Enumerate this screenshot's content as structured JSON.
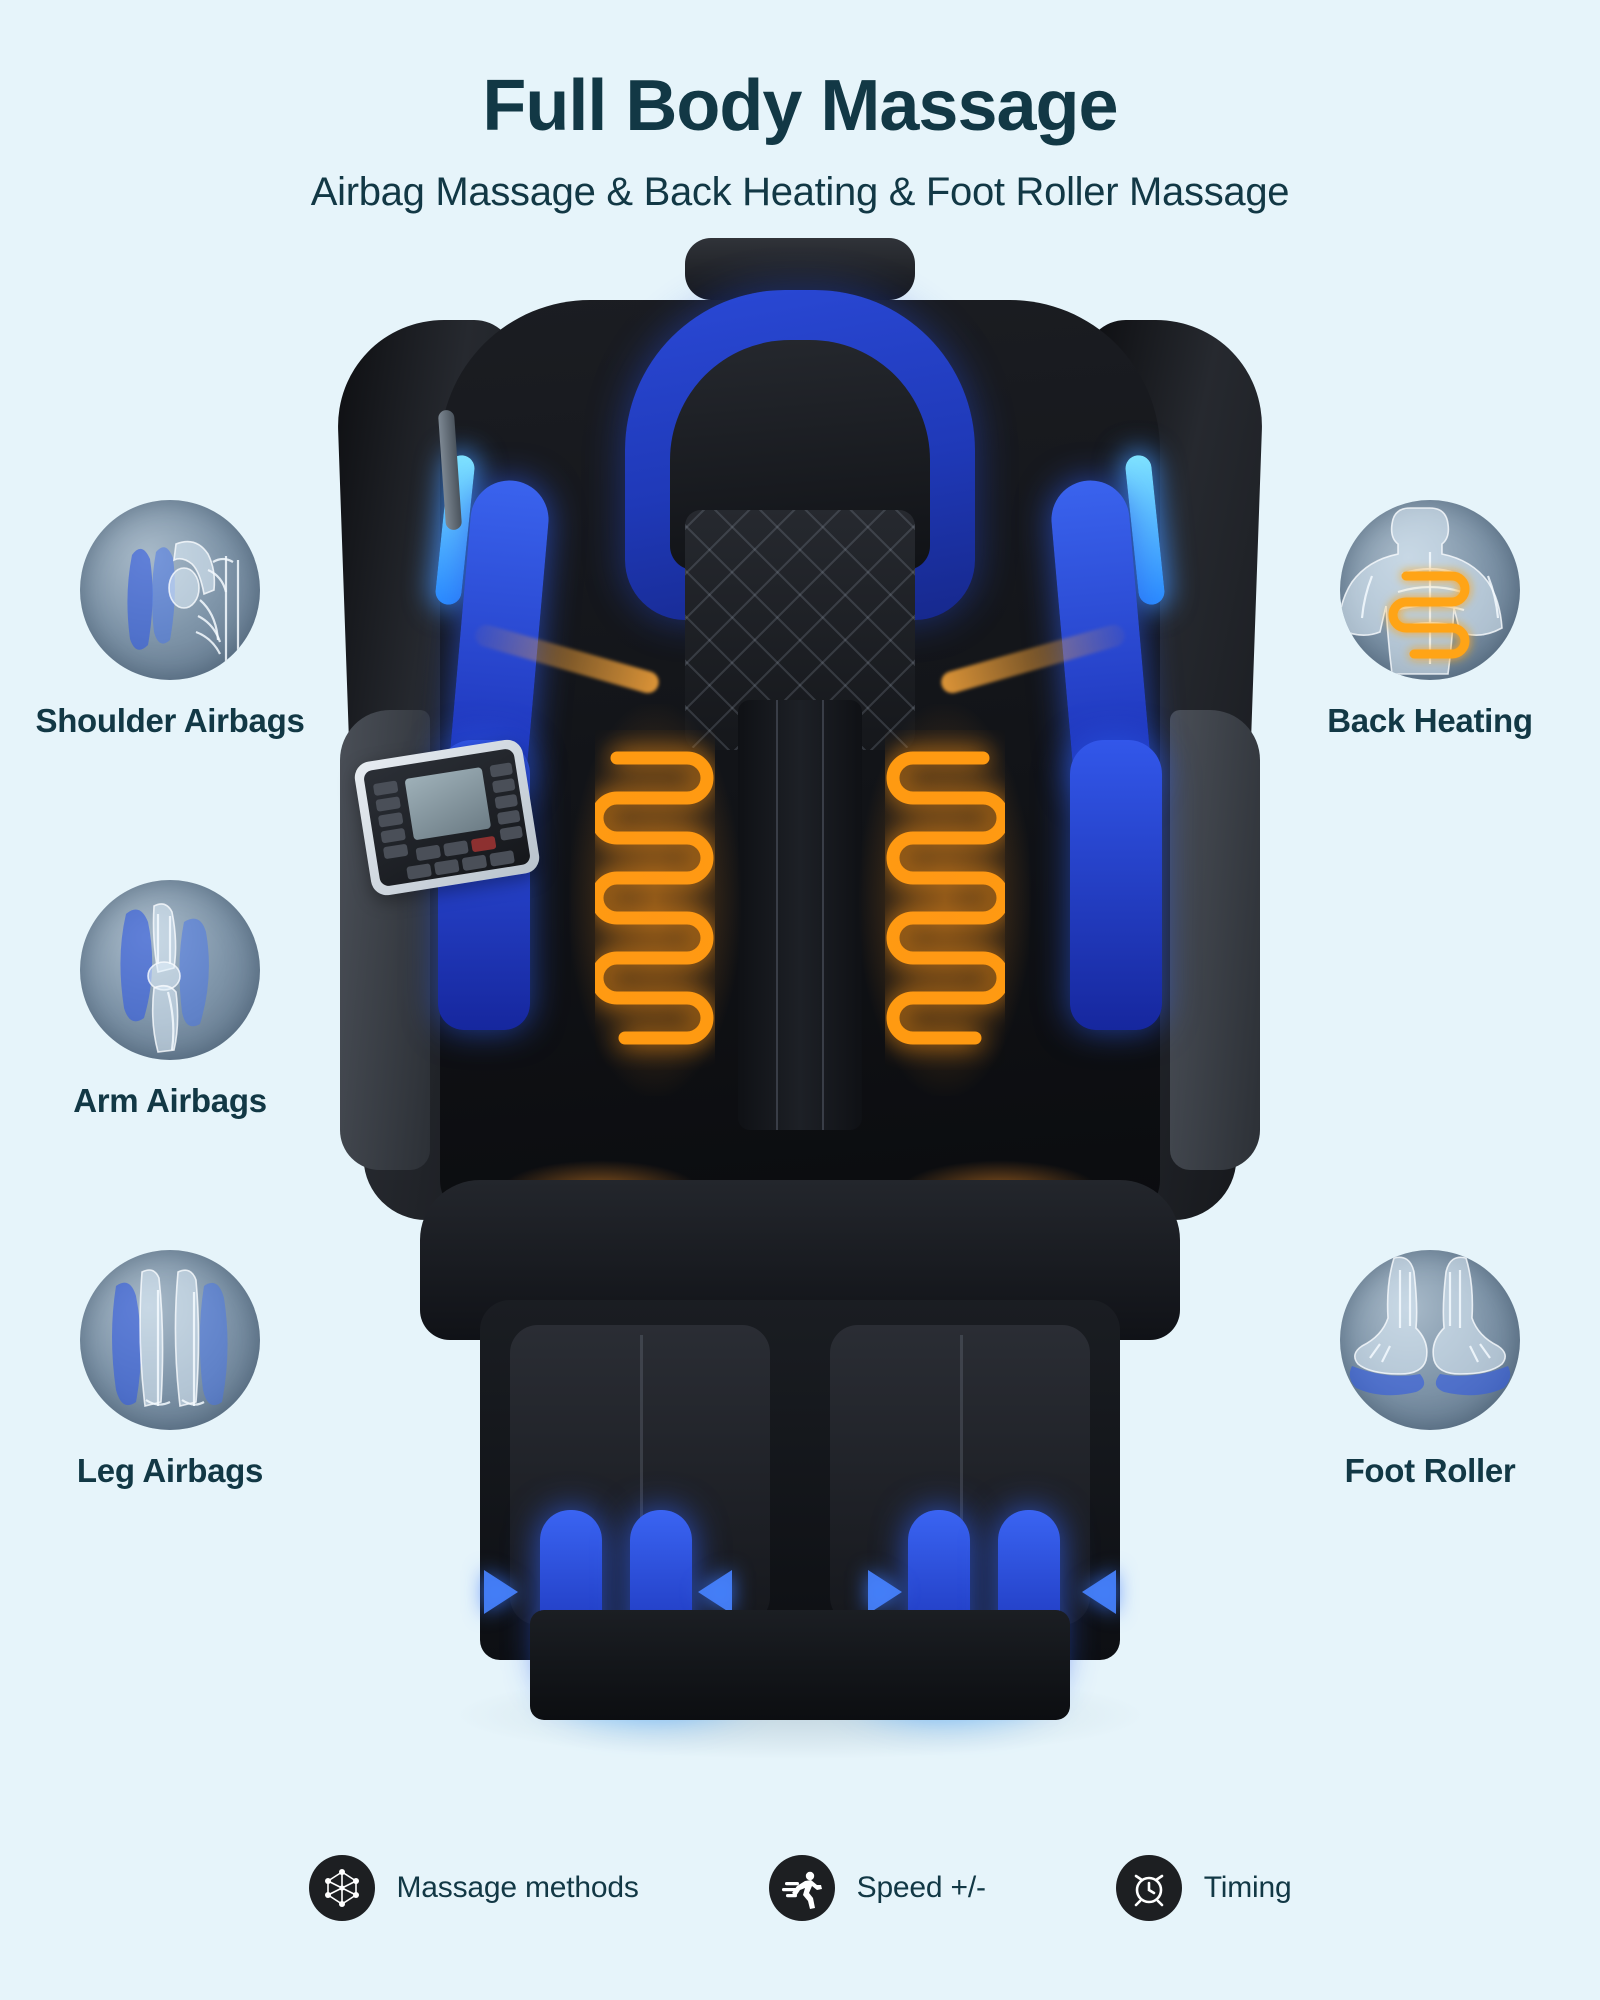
{
  "header": {
    "title": "Full Body Massage",
    "subtitle": "Airbag Massage & Back Heating & Foot Roller Massage"
  },
  "colors": {
    "background": "#e6f4fa",
    "text_dark": "#123845",
    "airbag_blue": "#2a49d6",
    "heating_orange": "#ff9a10",
    "icon_circle": "#1d1f22",
    "badge_grey": "#7f95a9"
  },
  "features": [
    {
      "id": "shoulder-airbags",
      "label": "Shoulder Airbags",
      "icon": "shoulder-xray-icon",
      "side": "left"
    },
    {
      "id": "arm-airbags",
      "label": "Arm Airbags",
      "icon": "arm-xray-icon",
      "side": "left"
    },
    {
      "id": "leg-airbags",
      "label": "Leg Airbags",
      "icon": "leg-xray-icon",
      "side": "left"
    },
    {
      "id": "back-heating",
      "label": "Back Heating",
      "icon": "back-heating-xray-icon",
      "side": "right"
    },
    {
      "id": "foot-roller",
      "label": "Foot Roller",
      "icon": "feet-xray-icon",
      "side": "right"
    }
  ],
  "bottom_features": [
    {
      "id": "massage-methods",
      "label": "Massage methods",
      "icon": "network-nodes-icon"
    },
    {
      "id": "speed",
      "label": "Speed +/-",
      "icon": "running-person-icon"
    },
    {
      "id": "timing",
      "label": "Timing",
      "icon": "alarm-clock-icon"
    }
  ],
  "product": {
    "name": "massage-chair",
    "parts": [
      "headrest",
      "shoulder-airbags",
      "arm-airbags",
      "back-heating-coils",
      "seat",
      "calf-airbags",
      "foot-rollers",
      "remote-control"
    ]
  }
}
